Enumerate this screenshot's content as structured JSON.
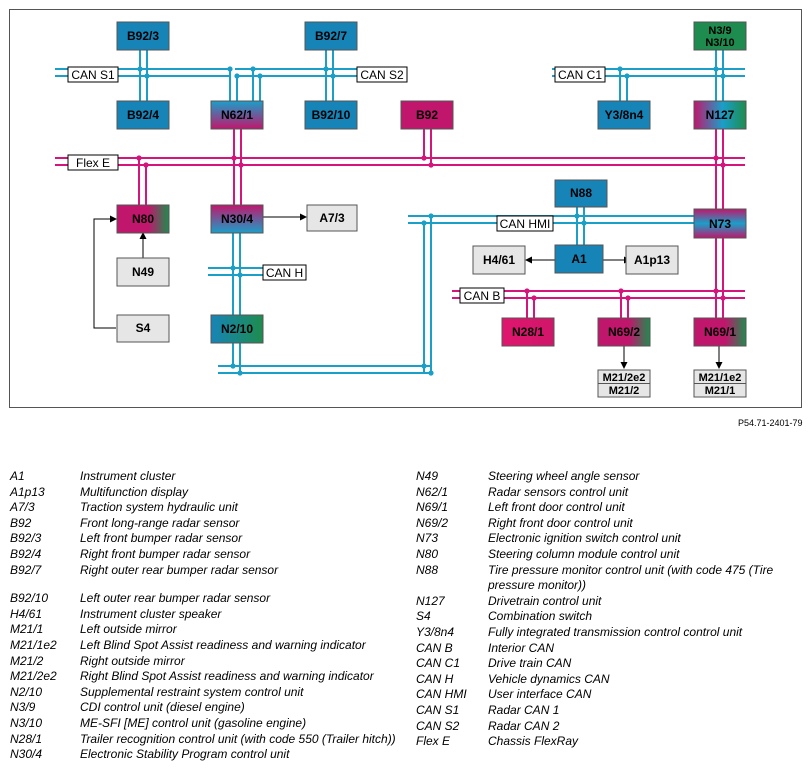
{
  "colors": {
    "can_bus": "#1a9fc9",
    "flexray_bus": "#d6157c",
    "frame": "#555555",
    "grey_box": "#e6e6e6",
    "can_blue": "#1784b8",
    "magenta": "#c0176c",
    "green": "#1e8c4e"
  },
  "buses": {
    "can_s1": "CAN S1",
    "can_s2": "CAN S2",
    "can_c1": "CAN C1",
    "flex_e": "Flex E",
    "can_hmi": "CAN HMI",
    "can_h": "CAN H",
    "can_b": "CAN B"
  },
  "modules": {
    "b92_3": "B92/3",
    "b92_7": "B92/7",
    "b92_4": "B92/4",
    "n62_1": "N62/1",
    "b92_10": "B92/10",
    "b92": "B92",
    "n3_9": "N3/9",
    "n3_10": "N3/10",
    "y3_8n4": "Y3/8n4",
    "n127": "N127",
    "n80": "N80",
    "n30_4": "N30/4",
    "a7_3": "A7/3",
    "n88": "N88",
    "n73": "N73",
    "n49": "N49",
    "h4_61": "H4/61",
    "a1": "A1",
    "a1p13": "A1p13",
    "s4": "S4",
    "n2_10": "N2/10",
    "n28_1": "N28/1",
    "n69_2": "N69/2",
    "n69_1": "N69/1",
    "m21_2e2": "M21/2e2",
    "m21_2": "M21/2",
    "m21_1e2": "M21/1e2",
    "m21_1": "M21/1"
  },
  "doc_ref": "P54.71-2401-79",
  "legend_left": [
    {
      "code": "A1",
      "desc": "Instrument cluster"
    },
    {
      "code": "A1p13",
      "desc": "Multifunction display"
    },
    {
      "code": "A7/3",
      "desc": "Traction system hydraulic unit"
    },
    {
      "code": "B92",
      "desc": "Front long-range radar sensor"
    },
    {
      "code": "B92/3",
      "desc": "Left front bumper radar sensor"
    },
    {
      "code": "B92/4",
      "desc": "Right front bumper radar sensor"
    },
    {
      "code": "B92/7",
      "desc": "Right outer rear bumper radar sensor"
    },
    {
      "code": "B92/10",
      "desc": "Left outer rear bumper radar sensor"
    },
    {
      "code": "H4/61",
      "desc": "Instrument cluster speaker"
    },
    {
      "code": "M21/1",
      "desc": "Left outside mirror"
    },
    {
      "code": "M21/1e2",
      "desc": "Left Blind Spot Assist readiness and warning indicator"
    },
    {
      "code": "M21/2",
      "desc": "Right outside mirror"
    },
    {
      "code": "M21/2e2",
      "desc": "Right Blind Spot Assist readiness and warning indicator"
    },
    {
      "code": "N2/10",
      "desc": "Supplemental restraint system control unit"
    },
    {
      "code": "N3/9",
      "desc": "CDI control unit (diesel engine)"
    },
    {
      "code": "N3/10",
      "desc": "ME-SFI [ME] control unit (gasoline engine)"
    },
    {
      "code": "N28/1",
      "desc": "Trailer recognition control unit (with code 550 (Trailer hitch))"
    },
    {
      "code": "N30/4",
      "desc": "Electronic Stability Program control unit"
    }
  ],
  "legend_right": [
    {
      "code": "N49",
      "desc": "Steering wheel angle sensor"
    },
    {
      "code": "N62/1",
      "desc": "Radar sensors control unit"
    },
    {
      "code": "N69/1",
      "desc": "Left front door control unit"
    },
    {
      "code": "N69/2",
      "desc": "Right front door control unit"
    },
    {
      "code": "N73",
      "desc": "Electronic ignition switch control unit"
    },
    {
      "code": "N80",
      "desc": "Steering column module control unit"
    },
    {
      "code": "N88",
      "desc": "Tire pressure monitor control unit (with code 475 (Tire pressure monitor))"
    },
    {
      "code": "N127",
      "desc": "Drivetrain control unit"
    },
    {
      "code": "S4",
      "desc": "Combination switch"
    },
    {
      "code": "Y3/8n4",
      "desc": "Fully integrated transmission control control unit"
    },
    {
      "code": "CAN B",
      "desc": "Interior CAN"
    },
    {
      "code": "CAN C1",
      "desc": "Drive train CAN"
    },
    {
      "code": "CAN H",
      "desc": "Vehicle dynamics CAN"
    },
    {
      "code": "CAN HMI",
      "desc": "User interface CAN"
    },
    {
      "code": "CAN S1",
      "desc": "Radar CAN 1"
    },
    {
      "code": "CAN S2",
      "desc": "Radar CAN 2"
    },
    {
      "code": "Flex E",
      "desc": "Chassis FlexRay"
    }
  ]
}
